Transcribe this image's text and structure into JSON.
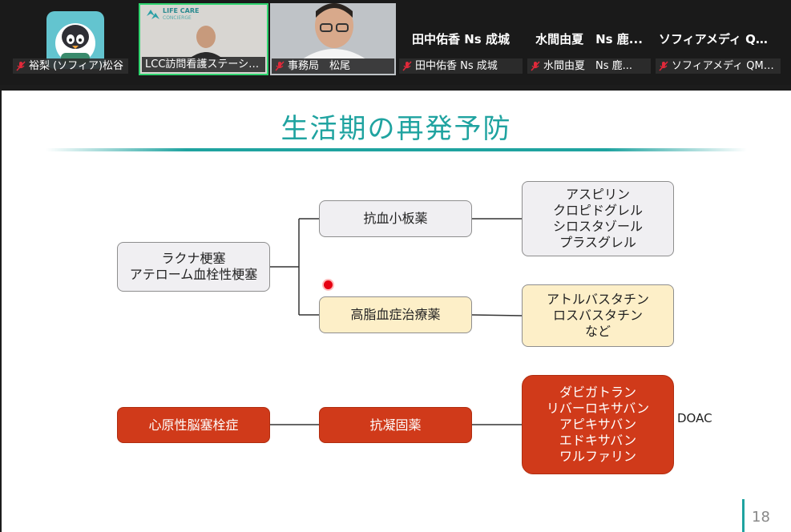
{
  "participants": [
    {
      "name": "裕梨 (ソフィア)松谷",
      "muted": true,
      "video": false
    },
    {
      "name": "LCC訪問看護ステーショ...",
      "muted": false,
      "video": true,
      "logo_text": "LIFE CARE",
      "logo_sub": "CONCIERGE"
    },
    {
      "name": "事務局　松尾",
      "muted": true,
      "video": true
    },
    {
      "name": "田中佑香 Ns 成城",
      "display": "田中佑香 Ns 成城",
      "muted": true,
      "video": false
    },
    {
      "name": "水間由夏　Ns 鹿...",
      "display": "水間由夏　Ns 鹿...",
      "muted": true,
      "video": false
    },
    {
      "name": "ソフィアメディ QM推...",
      "display": "ソフィアメディ QM...",
      "muted": true,
      "video": false
    }
  ],
  "slide": {
    "title": "生活期の再発予防",
    "page_number": "18",
    "row1": {
      "source": "ラクナ梗塞\nアテローム血栓性梗塞",
      "drug_a": "抗血小板薬",
      "drug_a_list": "アスピリン\nクロピドグレル\nシロスタゾール\nプラスグレル",
      "drug_b": "高脂血症治療薬",
      "drug_b_list": "アトルバスタチン\nロスバスタチン\nなど"
    },
    "row2": {
      "source": "心原性脳塞栓症",
      "drug": "抗凝固薬",
      "drug_list": "ダビガトラン\nリバーロキサバン\nアピキサバン\nエドキサバン\nワルファリン",
      "bracket_label": "DOAC"
    }
  },
  "colors": {
    "accent": "#1fa3a0",
    "grey_box": "#f0eff2",
    "yellow_box": "#fdefc8",
    "red_box": "#d03a1a",
    "active_speaker": "#2fd46f",
    "mute_icon": "#e0293a"
  }
}
